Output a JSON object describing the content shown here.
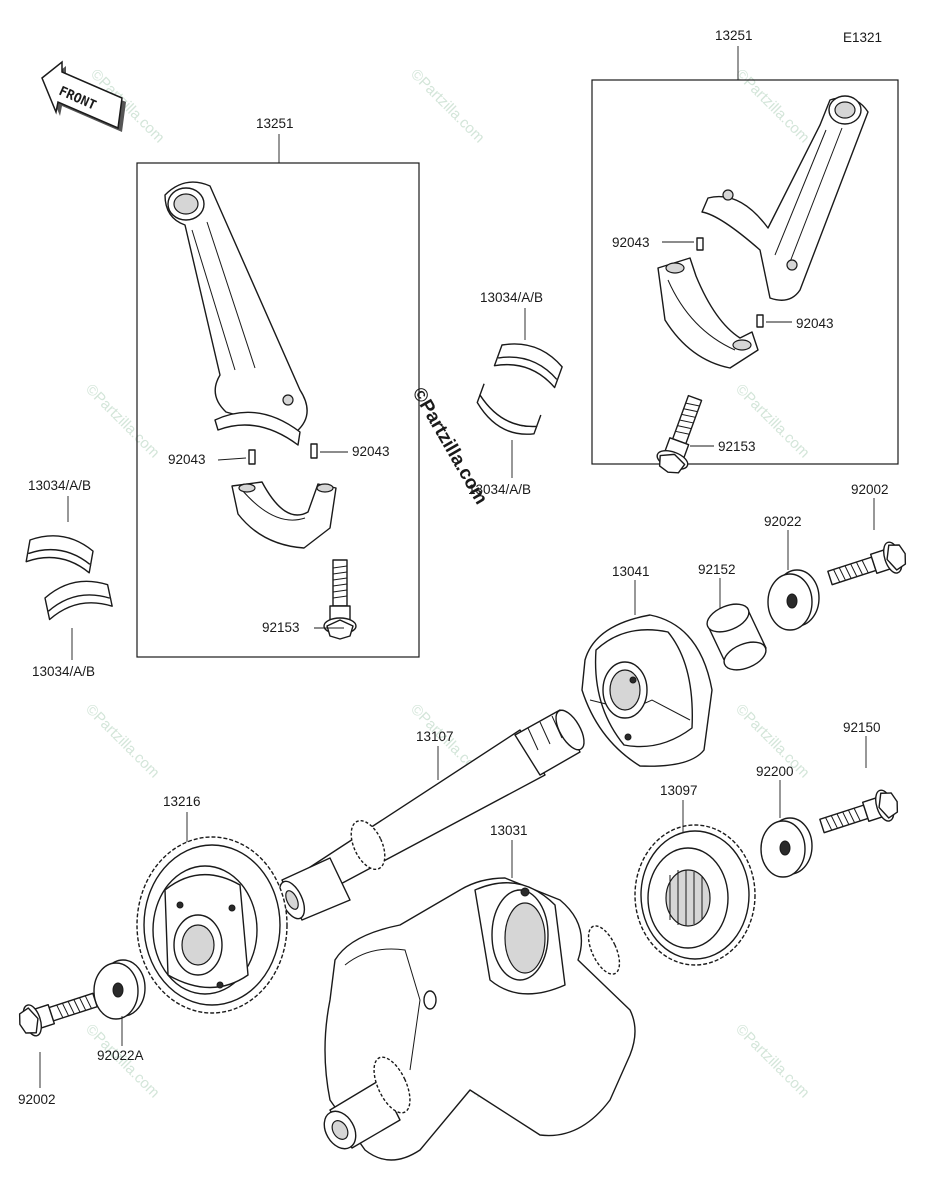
{
  "diagram_id": "E1321",
  "front_label": "FRONT",
  "watermark_text": "©Partzilla.com",
  "callouts": {
    "conrod_assy_left": "13251",
    "conrod_assy_right": "13251",
    "pin_left_a": "92043",
    "pin_left_b": "92043",
    "pin_right_a": "92043",
    "pin_right_b": "92043",
    "bolt_left": "92153",
    "bolt_right": "92153",
    "bearing_center_top": "13034/A/B",
    "bearing_center_bottom": "13034/A/B",
    "bearing_left_top": "13034/A/B",
    "bearing_left_bottom": "13034/A/B",
    "bolt_top_right": "92002",
    "washer_top": "92022",
    "collar": "92152",
    "weight": "13041",
    "bolt_mid_right": "92150",
    "washer_mid": "92200",
    "gear_right": "13097",
    "shaft": "13107",
    "gear_left": "13216",
    "crankshaft": "13031",
    "washer_left": "92022A",
    "bolt_left_bottom": "92002"
  }
}
